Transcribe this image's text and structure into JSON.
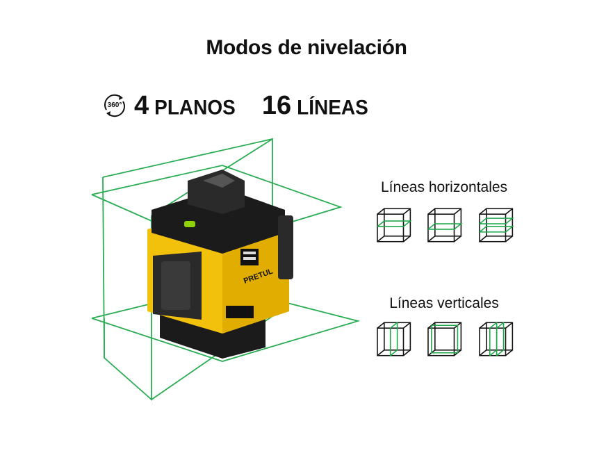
{
  "page": {
    "title": "Modos de nivelación"
  },
  "specs": {
    "rotation_label": "360°",
    "planes_number": "4",
    "planes_word": "PLANOS",
    "lines_number": "16",
    "lines_word": "LÍNEAS"
  },
  "device": {
    "brand": "PRETUL"
  },
  "sections": {
    "horizontal_label": "Líneas horizontales",
    "vertical_label": "Líneas verticales"
  },
  "colors": {
    "laser_green": "#1fa84a",
    "body_yellow": "#f2c10c",
    "body_black": "#1b1b1b",
    "text": "#111111"
  },
  "icons": [
    "rotation-360-icon",
    "cube-horizontal-lines-icon",
    "cube-vertical-lines-icon"
  ]
}
